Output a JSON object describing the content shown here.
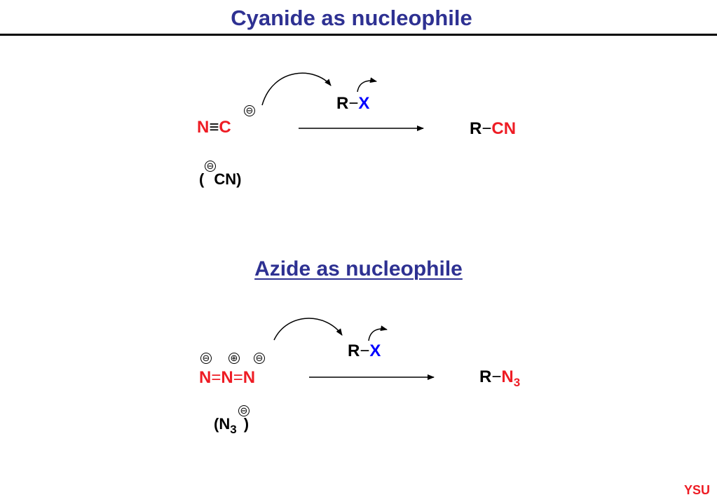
{
  "colors": {
    "title": "#2e3192",
    "red": "#ee1c24",
    "blue": "#0000ff",
    "black": "#000000"
  },
  "title": "Cyanide as nucleophile",
  "subtitle": "Azide as nucleophile",
  "cyanide": {
    "reagent_n": "N",
    "reagent_bond": "≡",
    "reagent_c": "C",
    "charge": "⊖",
    "alt_open": "(",
    "alt_charge": "⊖",
    "alt_formula": "CN",
    "alt_close": ")",
    "substrate_r": "R",
    "substrate_bond": "−",
    "substrate_x": "X",
    "product_r": "R",
    "product_bond": "−",
    "product_group": "CN"
  },
  "azide": {
    "n1": "N",
    "b1": "=",
    "n2": "N",
    "b2": "=",
    "n3": "N",
    "charge_minus": "⊖",
    "charge_plus": "⊕",
    "alt_open": "(N",
    "alt_sub": "3",
    "alt_charge": "⊖",
    "alt_close": ")",
    "substrate_r": "R",
    "substrate_bond": "−",
    "substrate_x": "X",
    "product_r": "R",
    "product_bond": "−",
    "product_n": "N",
    "product_sub": "3"
  },
  "footer": "YSU"
}
